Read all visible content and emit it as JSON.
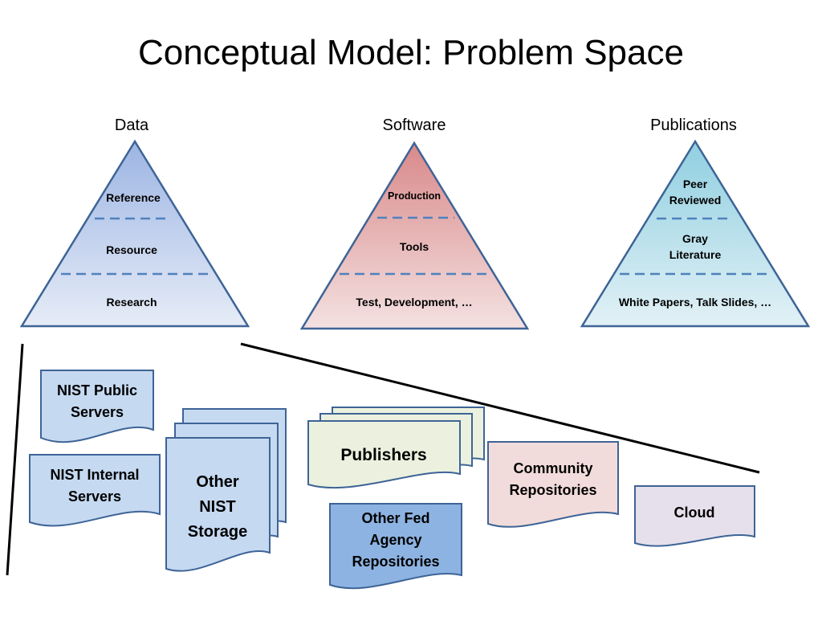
{
  "title": "Conceptual Model: Problem Space",
  "pyramids": [
    {
      "heading": "Data",
      "levels": [
        "Reference",
        "Resource",
        "Research"
      ],
      "colors": {
        "top": "#9db5e3",
        "bottom": "#e6ecf7",
        "stroke": "#3e6496"
      }
    },
    {
      "heading": "Software",
      "levels": [
        "Production",
        "Tools",
        "Test, Development, …"
      ],
      "colors": {
        "top": "#d9898a",
        "bottom": "#f4e1e1",
        "stroke": "#3e6496"
      }
    },
    {
      "heading": "Publications",
      "levels": [
        "Peer\nReviewed",
        "Gray\nLiterature",
        "White Papers, Talk Slides, …"
      ],
      "colors": {
        "top": "#90cfe0",
        "bottom": "#e2f1f6",
        "stroke": "#3e6496"
      }
    }
  ],
  "repositories": {
    "nist_public": {
      "label": "NIST Public\nServers",
      "fill": "#c5d9f1"
    },
    "nist_internal": {
      "label": "NIST Internal\nServers",
      "fill": "#c5d9f1"
    },
    "other_nist": {
      "label": "Other\nNIST\nStorage",
      "fill": "#c5d9f1"
    },
    "publishers": {
      "label": "Publishers",
      "fill": "#ebf1de"
    },
    "community": {
      "label": "Community\nRepositories",
      "fill": "#f2dcdb"
    },
    "other_fed": {
      "label": "Other Fed\nAgency\nRepositories",
      "fill": "#8db3e2"
    },
    "cloud": {
      "label": "Cloud",
      "fill": "#e5e0ec"
    }
  },
  "colors": {
    "stroke": "#3e6496",
    "dash": "#4f81bd",
    "funnel": "#000000"
  }
}
